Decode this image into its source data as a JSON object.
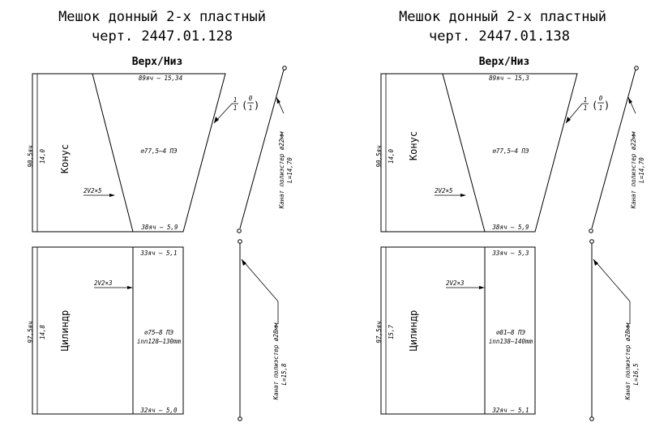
{
  "drawings": [
    {
      "title": "Мешок донный 2-х пластный",
      "drawing_no": "черт. 2447.01.128",
      "view_label": "Верх/Низ",
      "cone": {
        "name": "Конус",
        "top_label": "89яч – 15,34",
        "bottom_label": "38яч – 5,9",
        "center_label": "∅77,5–4 ПЭ",
        "seam_label": "2V2×5",
        "height_outer": "90,5яч",
        "height_inner": "14,0",
        "edge_num": "1",
        "edge_den": "1",
        "edge_paren_num": "0",
        "edge_paren_den": "1"
      },
      "rope_top": {
        "label": "Канат полиэстер ø22мм",
        "length": "L=14,70"
      },
      "cylinder": {
        "name": "Цилиндр",
        "top_label": "33яч – 5,1",
        "bottom_label": "32яч – 5,0",
        "center_label": "∅75–8 ПЭ",
        "center_label2": "іnn128–130mm",
        "seam_label": "2V2×3",
        "height_outer": "97,5яч",
        "height_inner": "14,8"
      },
      "rope_bottom": {
        "label": "Канат полиэстер ø28мм",
        "length": "L=15,8"
      }
    },
    {
      "title": "Мешок донный 2-х пластный",
      "drawing_no": "черт. 2447.01.138",
      "view_label": "Верх/Низ",
      "cone": {
        "name": "Конус",
        "top_label": "89яч – 15,3",
        "bottom_label": "38яч – 5,9",
        "center_label": "∅77,5–4 ПЭ",
        "seam_label": "2V2×5",
        "height_outer": "90,5яч",
        "height_inner": "14,0",
        "edge_num": "1",
        "edge_den": "1",
        "edge_paren_num": "0",
        "edge_paren_den": "1"
      },
      "rope_top": {
        "label": "Канат полиэстер ø22мм",
        "length": "L=14,70"
      },
      "cylinder": {
        "name": "Цилиндр",
        "top_label": "33яч – 5,3",
        "bottom_label": "32яч – 5,1",
        "center_label": "∅81–8 ПЭ",
        "center_label2": "іnn138–140mm",
        "seam_label": "2V2×3",
        "height_outer": "97,5яч",
        "height_inner": "15,7"
      },
      "rope_bottom": {
        "label": "Канат полиэстер ø28мм",
        "length": "L=16,5"
      }
    }
  ]
}
